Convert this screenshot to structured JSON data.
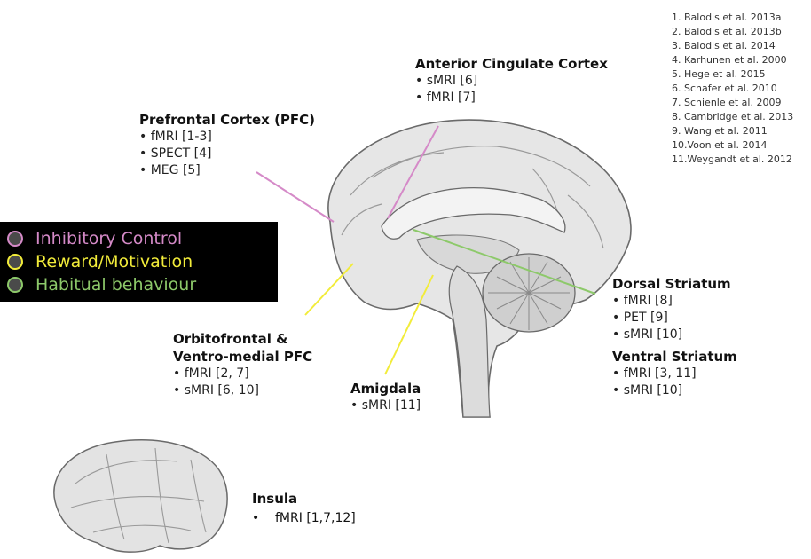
{
  "references": [
    "1. Balodis et al. 2013a",
    "2. Balodis et al. 2013b",
    "3. Balodis et al. 2014",
    "4. Karhunen et al. 2000",
    "5. Hege et al. 2015",
    "6. Schafer et al. 2010",
    "7. Schienle et al. 2009",
    "8. Cambridge et al. 2013",
    "9. Wang et al. 2011",
    "10.Voon et al. 2014",
    "11.Weygandt et al. 2012"
  ],
  "legend": [
    {
      "label": "Inhibitory Control",
      "color": "#d58ac8"
    },
    {
      "label": "Reward/Motivation",
      "color": "#f2ec3a"
    },
    {
      "label": "Habitual behaviour",
      "color": "#8dc96a"
    }
  ],
  "regions": {
    "acc": {
      "title": "Anterior Cingulate Cortex",
      "items": [
        "sMRI [6]",
        "fMRI [7]"
      ]
    },
    "pfc": {
      "title": "Prefrontal Cortex (PFC)",
      "items": [
        "fMRI [1-3]",
        "SPECT [4]",
        "MEG [5]"
      ]
    },
    "dorsal_striatum": {
      "title": "Dorsal Striatum",
      "items": [
        "fMRI [8]",
        "PET [9]",
        "sMRI [10]"
      ]
    },
    "ventral_striatum": {
      "title": "Ventral Striatum",
      "items": [
        "fMRI [3, 11]",
        "sMRI [10]"
      ]
    },
    "ofc": {
      "title_line1": "Orbitofrontal &",
      "title_line2": "Ventro-medial PFC",
      "items": [
        "fMRI [2, 7]",
        "sMRI [6, 10]"
      ]
    },
    "amygdala": {
      "title": "Amigdala",
      "items": [
        "sMRI [11]"
      ]
    },
    "insula": {
      "title": "Insula",
      "bullet": "•",
      "items": [
        "fMRI [1,7,12]"
      ]
    }
  },
  "colors": {
    "inhibitory": "#d58ac8",
    "reward": "#f2ec3a",
    "habitual": "#8dc96a",
    "brain_fill": "#e4e4e4",
    "brain_stroke": "#777777"
  }
}
